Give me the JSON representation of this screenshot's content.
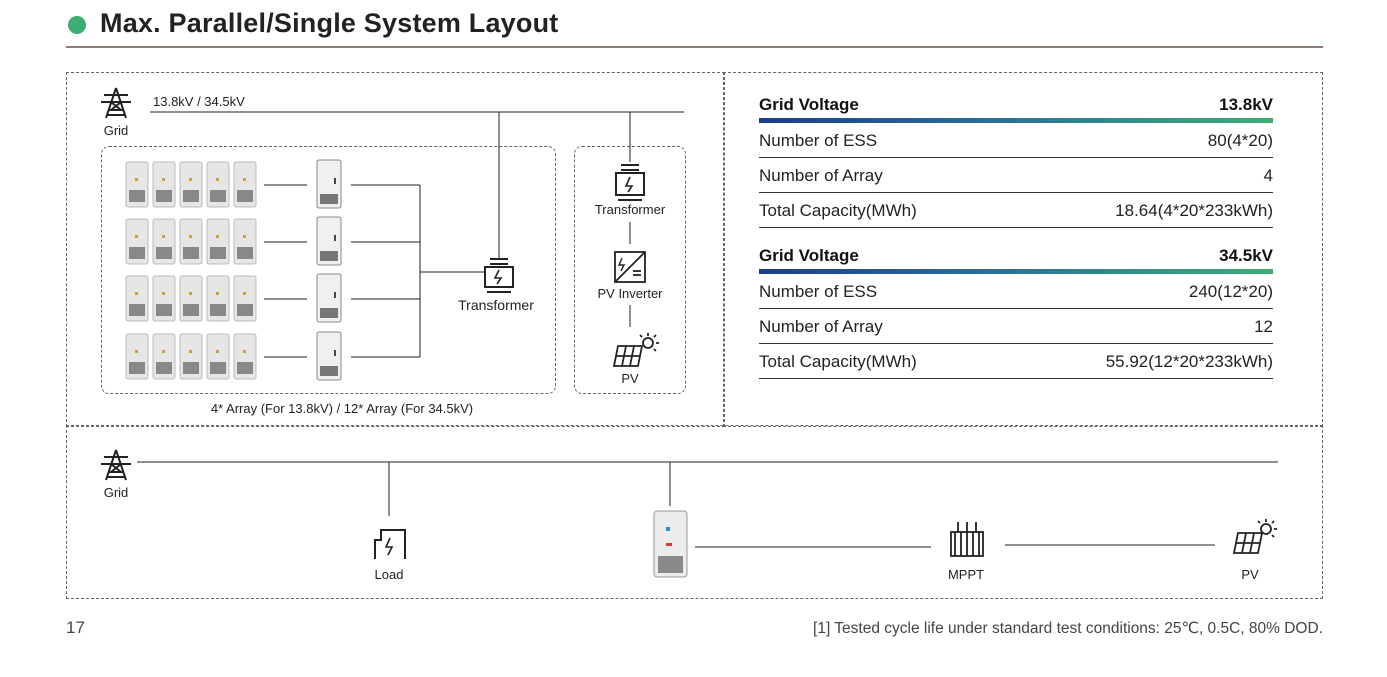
{
  "page": {
    "title": "Max. Parallel/Single System Layout",
    "page_number": "17",
    "footnote": "[1] Tested cycle life under standard test conditions: 25℃, 0.5C, 80% DOD."
  },
  "colors": {
    "accent_green": "#3cae74",
    "accent_blue": "#1a3f88"
  },
  "top_diagram": {
    "grid_label": "Grid",
    "grid_voltage_label": "13.8kV / 34.5kV",
    "transformer_label": "Transformer",
    "array_caption": "4* Array (For 13.8kV)  / 12* Array (For 34.5kV)",
    "pv_branch": {
      "transformer_label": "Transformer",
      "inverter_label": "PV Inverter",
      "pv_label": "PV"
    }
  },
  "specs": [
    {
      "header": {
        "label": "Grid Voltage",
        "value": "13.8kV"
      },
      "rows": [
        {
          "label": "Number of ESS",
          "value": "80(4*20)"
        },
        {
          "label": "Number of Array",
          "value": "4"
        },
        {
          "label": "Total Capacity(MWh)",
          "value": "18.64(4*20*233kWh)"
        }
      ]
    },
    {
      "header": {
        "label": "Grid Voltage",
        "value": "34.5kV"
      },
      "rows": [
        {
          "label": "Number of ESS",
          "value": "240(12*20)"
        },
        {
          "label": "Number of Array",
          "value": "12"
        },
        {
          "label": "Total Capacity(MWh)",
          "value": "55.92(12*20*233kWh)"
        }
      ]
    }
  ],
  "bottom_diagram": {
    "grid_label": "Grid",
    "load_label": "Load",
    "mppt_label": "MPPT",
    "pv_label": "PV"
  }
}
